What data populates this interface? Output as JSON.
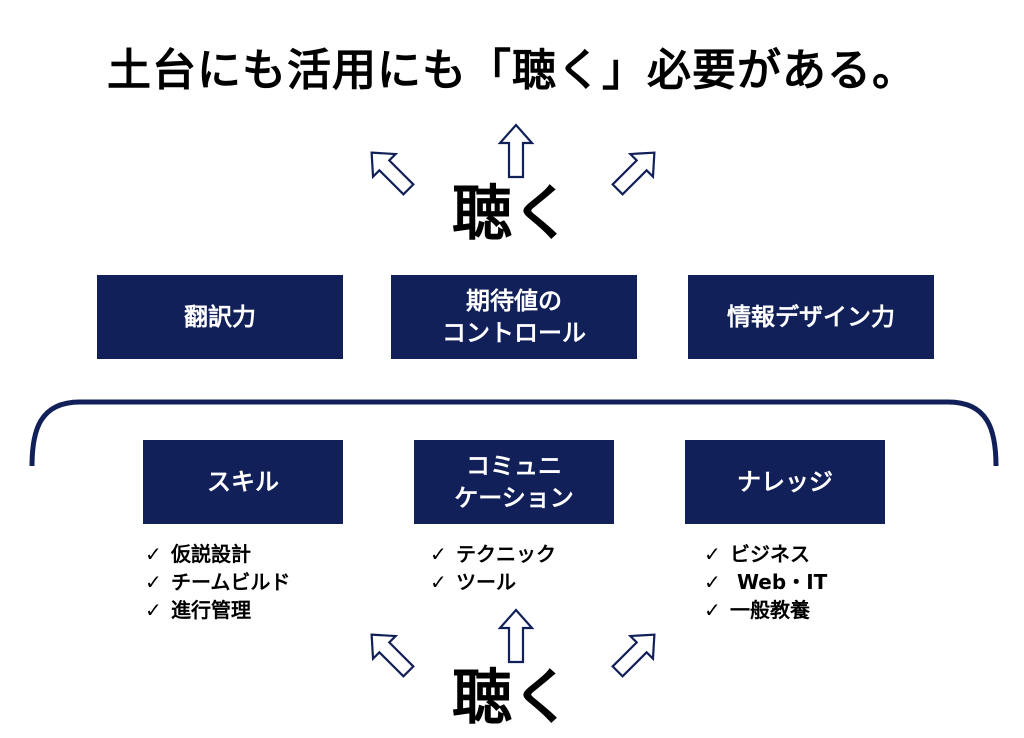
{
  "title": "土台にも活用にも「聴く」必要がある。",
  "hub_label_top": "聴く",
  "hub_label_bottom": "聴く",
  "upper_boxes": [
    {
      "line1": "翻訳力",
      "line2": ""
    },
    {
      "line1": "期待値の",
      "line2": "コントロール"
    },
    {
      "line1": "情報デザイン力",
      "line2": ""
    }
  ],
  "lower_boxes": [
    {
      "line1": "スキル",
      "line2": ""
    },
    {
      "line1": "コミュニ",
      "line2": "ケーション"
    },
    {
      "line1": "ナレッジ",
      "line2": ""
    }
  ],
  "checklists": [
    [
      "仮説設計",
      "チームビルド",
      "進行管理"
    ],
    [
      "テクニック",
      "ツール"
    ],
    [
      "ビジネス",
      " Web・IT",
      "一般教養"
    ]
  ],
  "check_mark": "✓",
  "colors": {
    "box_fill": "#122059",
    "box_text": "#ffffff",
    "arrow_stroke": "#122059",
    "brace": "#122059"
  },
  "icons": {
    "arrow_left": "arrow-up-left-icon",
    "arrow_up": "arrow-up-icon",
    "arrow_right": "arrow-up-right-icon"
  }
}
